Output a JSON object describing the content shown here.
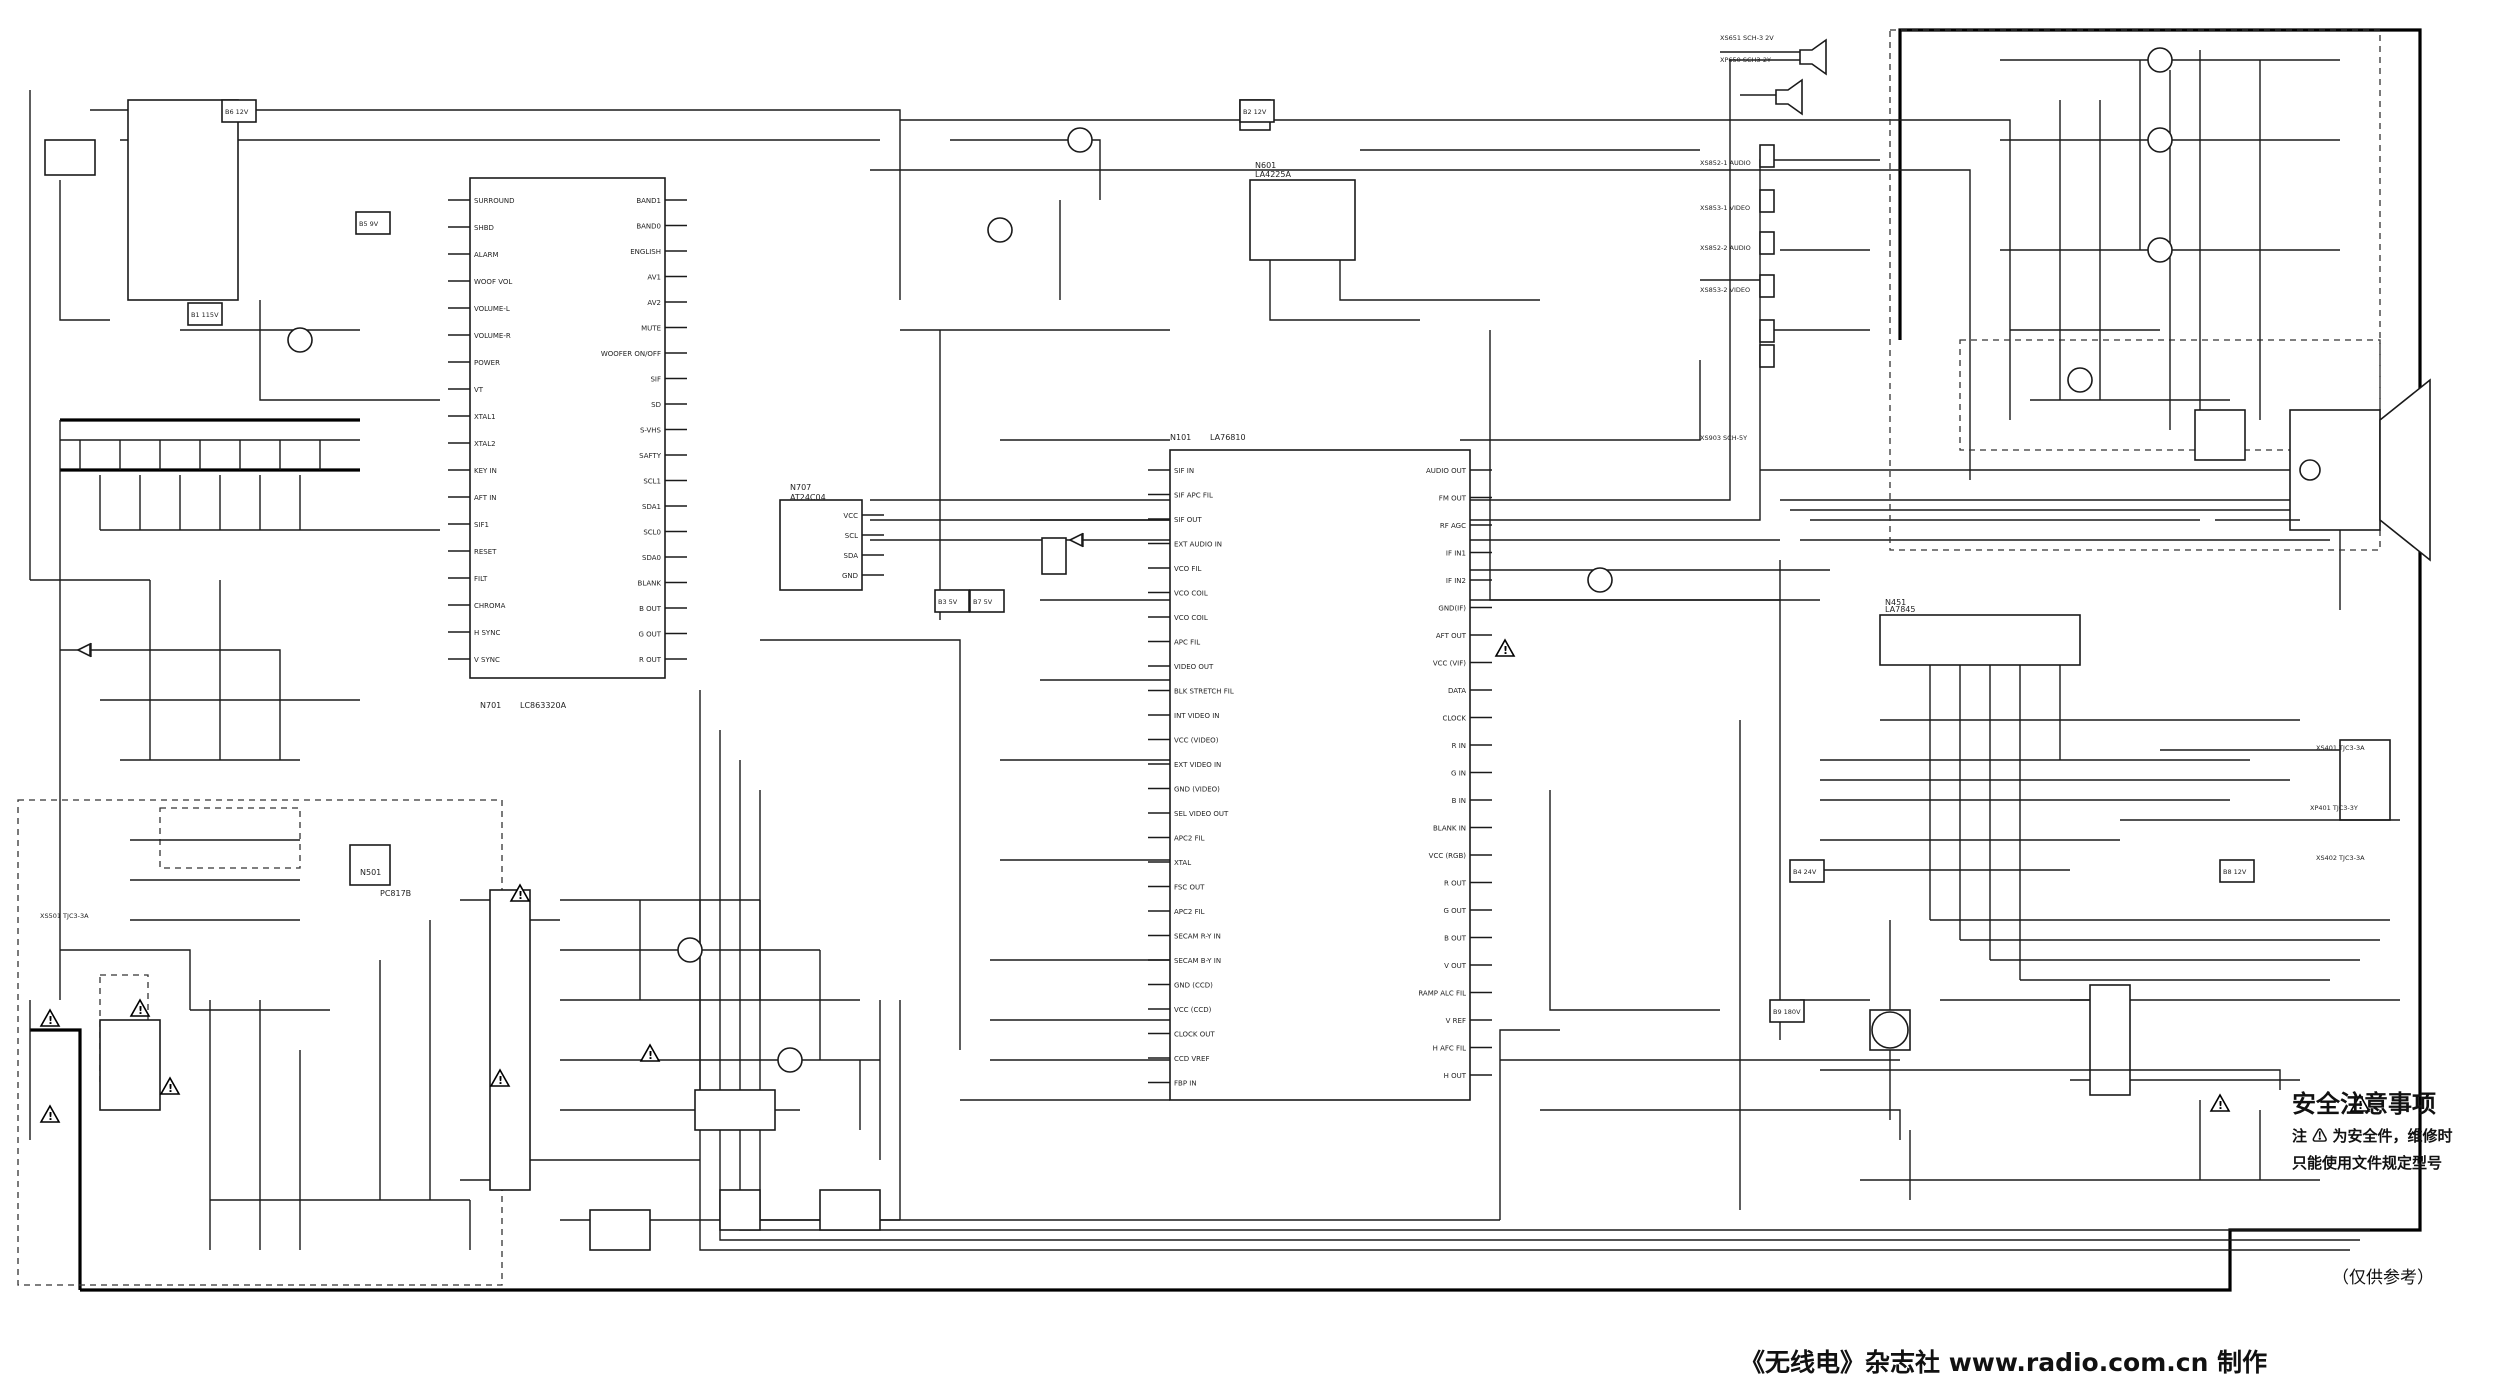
{
  "diagram": {
    "icons": [
      "warning-triangle-icon",
      "speaker-icon",
      "crt-icon",
      "transformer-icon",
      "diode-icon",
      "transistor-icon"
    ],
    "ics": {
      "micro": {
        "ref": "N701",
        "part": "LC863320A",
        "pins_left": [
          "SURROUND",
          "SHBD",
          "ALARM",
          "WOOF VOL",
          "VOLUME-L",
          "VOLUME-R",
          "POWER",
          "VT",
          "XTAL1",
          "XTAL2",
          "KEY IN",
          "AFT IN",
          "SIF1",
          "RESET",
          "FILT",
          "CHROMA",
          "H SYNC",
          "V SYNC"
        ],
        "pins_right": [
          "BAND1",
          "BAND0",
          "ENGLISH",
          "AV1",
          "AV2",
          "MUTE",
          "WOOFER ON/OFF",
          "SIF",
          "SD",
          "S-VHS",
          "SAFTY",
          "SCL1",
          "SDA1",
          "SCL0",
          "SDA0",
          "BLANK",
          "B OUT",
          "G OUT",
          "R OUT"
        ]
      },
      "eeprom": {
        "ref": "N707",
        "part": "AT24C04",
        "pins": [
          "VCC",
          "SCL",
          "SDA",
          "GND"
        ]
      },
      "jungle": {
        "ref": "N101",
        "part": "LA76810",
        "pins_left": [
          "AUDIO OUT",
          "FM OUT",
          "RF AGC",
          "IF IN1",
          "IF IN2",
          "GND(IF)",
          "AFT OUT",
          "VCC (VIF)",
          "DATA",
          "CLOCK",
          "R IN",
          "G IN",
          "B IN",
          "BLANK IN",
          "VCC (RGB)",
          "R OUT",
          "G OUT",
          "B OUT",
          "V OUT",
          "RAMP ALC FIL",
          "V REF",
          "H AFC FIL",
          "H OUT"
        ],
        "pins_right": [
          "SIF IN",
          "SIF APC FIL",
          "SIF OUT",
          "EXT AUDIO IN",
          "VCO FIL",
          "VCO COIL",
          "VCO COIL",
          "APC FIL",
          "VIDEO OUT",
          "BLK STRETCH FIL",
          "INT VIDEO IN",
          "VCC (VIDEO)",
          "EXT VIDEO IN",
          "GND (VIDEO)",
          "SEL VIDEO OUT",
          "APC2 FIL",
          "XTAL",
          "FSC OUT",
          "APC2 FIL",
          "SECAM R-Y IN",
          "SECAM B-Y IN",
          "GND (CCD)",
          "VCC (CCD)",
          "CLOCK OUT",
          "CCD VREF",
          "FBP IN"
        ]
      },
      "audio_amp": {
        "ref": "N601",
        "part": "LA4225A"
      },
      "vertical": {
        "ref": "N451",
        "part": "LA7845"
      },
      "power_ic": {
        "ref": "N501",
        "part": "PC817B"
      }
    },
    "rails": [
      "B1 115V",
      "B2 12V",
      "B3 5V",
      "B4 24V",
      "B5 9V",
      "B6 12V",
      "B7 5V",
      "B8 12V",
      "B9 180V"
    ],
    "connectors": [
      "XS651 SCH-3 2V",
      "XP650 SCH3-2Y",
      "XS852-1 AUDIO",
      "XS853-1 VIDEO",
      "XS852-2 AUDIO",
      "XS853-2 VIDEO",
      "XS401 TJC3-3A",
      "XP401 TJC3-3Y",
      "XS501 TJC3-3A",
      "XS903 SCH-5Y",
      "XS402 TJC3-3A"
    ],
    "notes": {
      "safety_title": "安全注意事项",
      "safety_line_1": "注 ⚠ 为安全件，维修时",
      "safety_line_2": "只能使用文件规定型号",
      "reference": "（仅供参考）",
      "credit": "《无线电》杂志社  www.radio.com.cn 制作"
    }
  }
}
